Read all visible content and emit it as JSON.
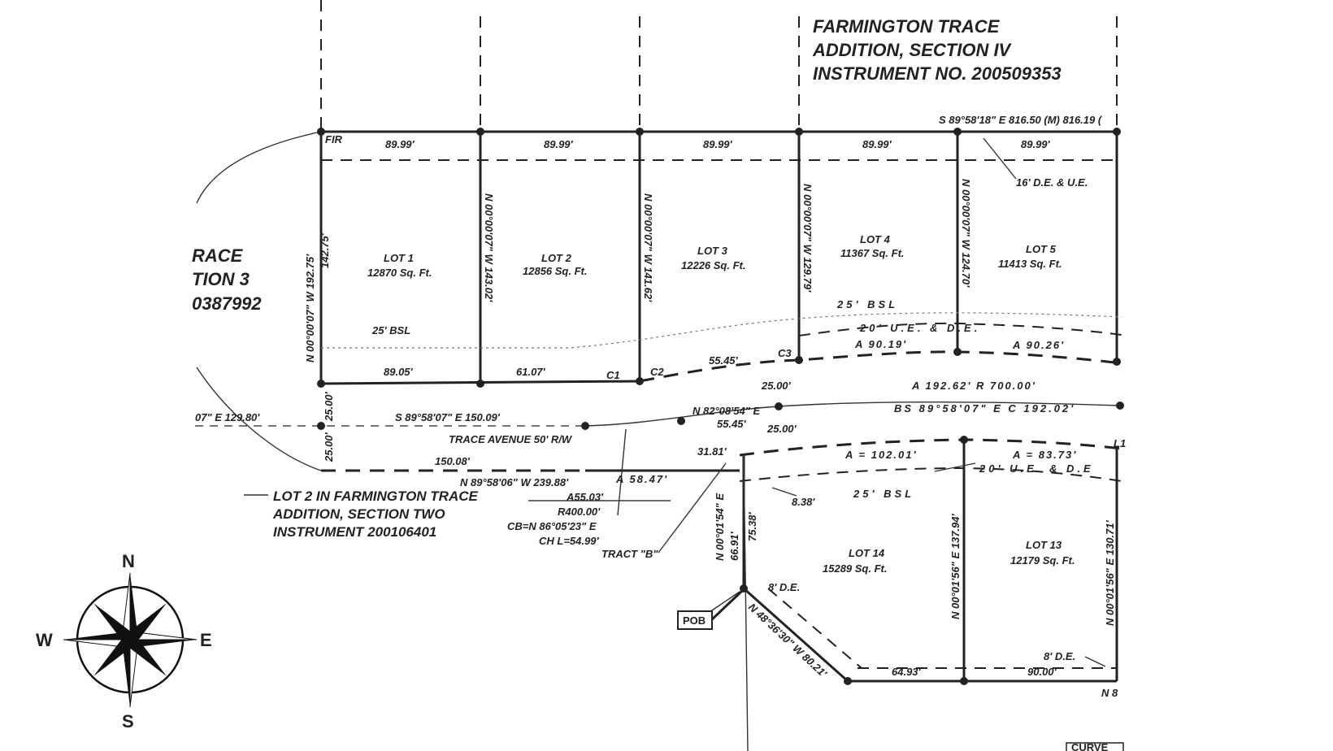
{
  "title": {
    "line1": "FARMINGTON TRACE",
    "line2": "ADDITION, SECTION IV",
    "line3": "INSTRUMENT NO. 200509353"
  },
  "west_subdivision": {
    "line1": "RACE",
    "line2": "TION 3",
    "line3": "0387992"
  },
  "north_line": {
    "bearing": "S 89°58'18\" E  816.50 (M) 816.19 (",
    "fir": "FIR",
    "lot_widths": [
      "89.99'",
      "89.99'",
      "89.99'",
      "89.99'",
      "89.99'"
    ],
    "easement": "16' D.E. & U.E."
  },
  "lots_north": [
    {
      "name": "LOT 1",
      "area": "12870 Sq. Ft."
    },
    {
      "name": "LOT 2",
      "area": "12856 Sq. Ft."
    },
    {
      "name": "LOT 3",
      "area": "12226 Sq. Ft."
    },
    {
      "name": "LOT 4",
      "area": "11367 Sq. Ft."
    },
    {
      "name": "LOT 5",
      "area": "11413 Sq. Ft."
    }
  ],
  "side_bearings": [
    "N 00°00'07\" W  192.75'",
    "142.75'",
    "N 00°00'07\" W  143.02'",
    "N 00°00'07\" W  141.62'",
    "N 00°00'07\" W  129.79'",
    "N 00°00'07\" W  124.70'"
  ],
  "setbacks": {
    "bsl_north_left": "25' BSL",
    "bsl_north_right": "25'  BSL",
    "ue_de_north": "20'  U.E.  &  D.E.",
    "arc_lot4": "A 90.19'",
    "arc_lot5": "A 90.26'",
    "bsl_south": "25'  BSL",
    "ue_de_south": "20'  U.E.  &  D.E"
  },
  "front_segments": {
    "lot1": "89.05'",
    "lot2": "61.07'",
    "c1": "C1",
    "c2": "C2",
    "c3": "C3",
    "lot3": "55.45'"
  },
  "street": {
    "west_bearing": "07\" E  129.80'",
    "centerline_bearing": "S 89°58'07\" E  150.09'",
    "name": "TRACE AVENUE 50' R/W",
    "row_north": "25.00'",
    "row_south": "25.00'",
    "row_east_north": "25.00'",
    "row_east_south": "25.00'",
    "bearing_east": "N 82°08'54\" E",
    "seg_east": "55.45'",
    "curve": "A 192.62'  R 700.00'",
    "chord": "BS  89°58'07\"  E  C 192.02'"
  },
  "south_line": {
    "west_seg": "150.08'",
    "bearing": "N 89°58'06\" W  239.88'",
    "arc": "A 58.47'",
    "curve_a": "A55.03'",
    "curve_r": "R400.00'",
    "curve_cb": "CB=N 86°05'23\" E",
    "curve_ch": "CH L=54.99'",
    "seg_3181": "31.81'",
    "seg_838": "8.38'",
    "tract": "TRACT \"B\"",
    "arc_14": "A = 102.01'",
    "arc_13": "A = 83.73'",
    "l1": "L1"
  },
  "lot2_note": {
    "line1": "LOT 2 IN FARMINGTON TRACE",
    "line2": "ADDITION, SECTION TWO",
    "line3": "INSTRUMENT  200106401"
  },
  "lots_south": [
    {
      "name": "LOT 14",
      "area": "15289 Sq. Ft."
    },
    {
      "name": "LOT 13",
      "area": "12179 Sq. Ft."
    }
  ],
  "south_bearings": {
    "pob_up": "N 00°01'54\" E",
    "pob_up_len": "66.91'",
    "seg_7538": "75.38'",
    "lot14_east": "N 00°01'56\" E  137.94'",
    "lot13_east": "N 00°01'56\" E  130.71'",
    "diag": "N 48°36'30\" W  80.21'",
    "de_west": "8' D.E.",
    "de_east": "8' D.E.",
    "bottom_14": "64.93'",
    "bottom_13": "90.00'",
    "bottom_right": "N 8"
  },
  "pob": "POB",
  "curve_table": "CURVE",
  "compass": {
    "n": "N",
    "s": "S",
    "e": "E",
    "w": "W"
  }
}
